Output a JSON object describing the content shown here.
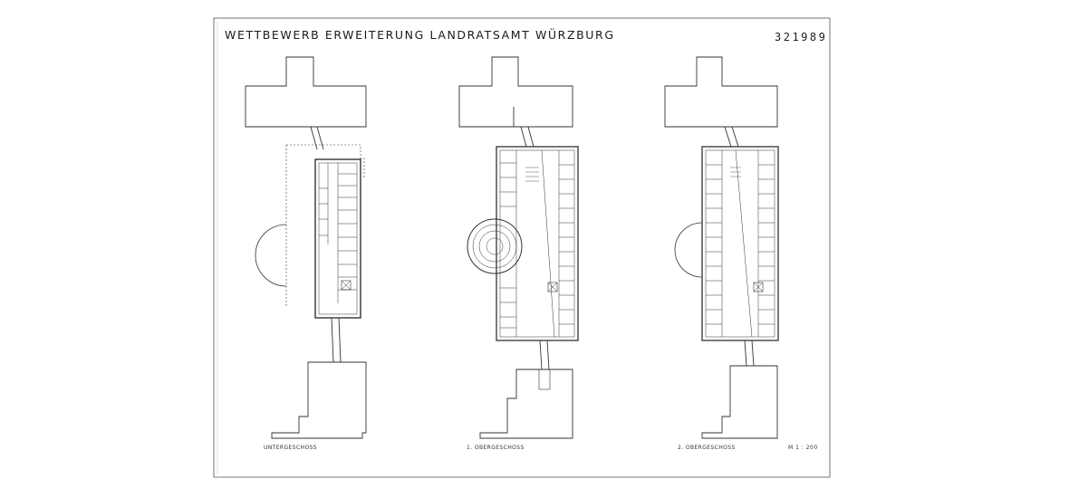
{
  "sheet": {
    "title": "WETTBEWERB ERWEITERUNG LANDRATSAMT WÜRZBURG",
    "number": "321989",
    "scale": "M 1 : 200"
  },
  "plans": [
    {
      "caption": "UNTERGESCHOSS"
    },
    {
      "caption": "1. OBERGESCHOSS"
    },
    {
      "caption": "2. OBERGESCHOSS"
    }
  ]
}
